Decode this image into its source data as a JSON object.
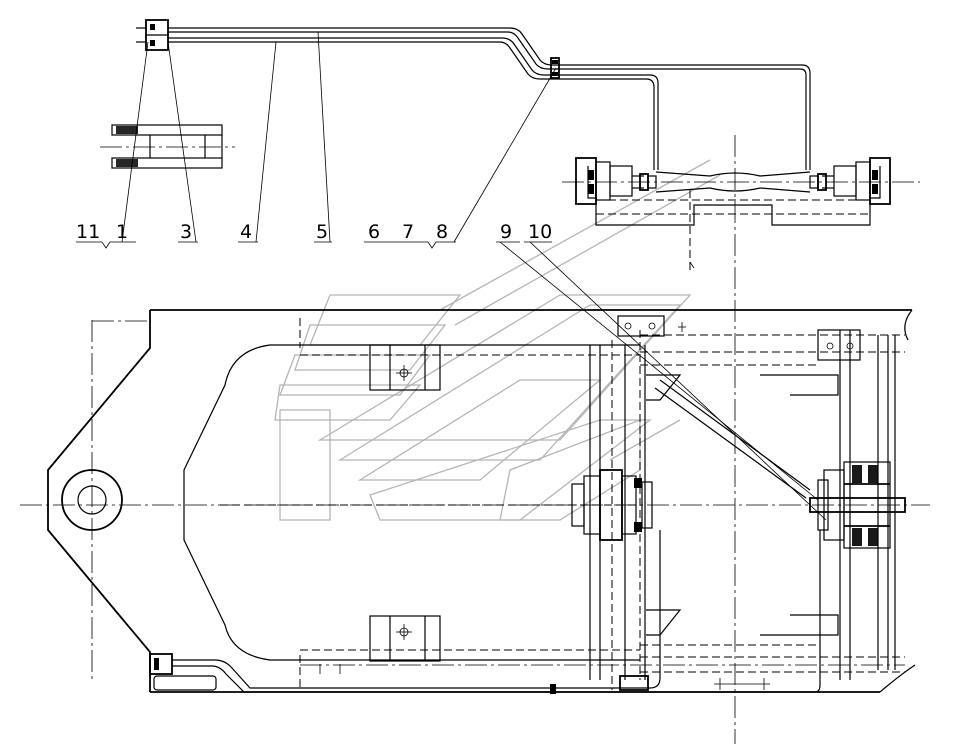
{
  "drawing": {
    "line_color": "#000000",
    "background": "#ffffff",
    "watermark_color": "#b5b5b5"
  },
  "callouts": [
    {
      "id": "c11",
      "label": "11"
    },
    {
      "id": "c1",
      "label": "1"
    },
    {
      "id": "c3",
      "label": "3"
    },
    {
      "id": "c4",
      "label": "4"
    },
    {
      "id": "c5",
      "label": "5"
    },
    {
      "id": "c6",
      "label": "6"
    },
    {
      "id": "c7",
      "label": "7"
    },
    {
      "id": "c8",
      "label": "8"
    },
    {
      "id": "c9",
      "label": "9"
    },
    {
      "id": "c10",
      "label": "10"
    }
  ]
}
